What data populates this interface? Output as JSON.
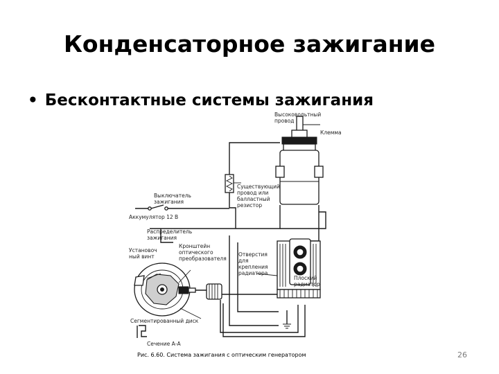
{
  "slide": {
    "title": "Конденсаторное зажигание",
    "bullet": "Бесконтактные системы зажигания",
    "page_number": "26"
  },
  "figure": {
    "caption": "Рис. 6.60. Система зажигания с оптическим генератором",
    "labels": {
      "hv_wire_1": "Высоковольтный",
      "hv_wire_2": "провод",
      "terminal": "Клемма",
      "existing_wire_1": "Существующий",
      "existing_wire_2": "провод или",
      "existing_wire_3": "балластный",
      "existing_wire_4": "резистор",
      "switch_1": "Выключатель",
      "switch_2": "зажигания",
      "battery": "Аккумулятор 12 В",
      "distributor_1": "Распределитель",
      "distributor_2": "зажигания",
      "screw_1": "Установоч",
      "screw_2": "ный винт",
      "bracket_1": "Кронштейн",
      "bracket_2": "оптического",
      "bracket_3": "преобразователя",
      "holes_1": "Отверстия",
      "holes_2": "для",
      "holes_3": "крепления",
      "holes_4": "радиатора",
      "radiator_1": "Плоский",
      "radiator_2": "радиатор",
      "disc": "Сегментированный диск",
      "section": "Сечение А-А"
    }
  }
}
